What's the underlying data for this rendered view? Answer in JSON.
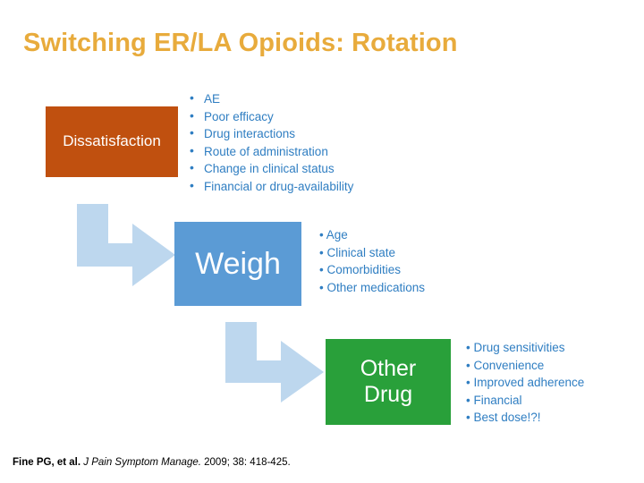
{
  "slide": {
    "title": "Switching ER/LA Opioids: Rotation",
    "title_color": "#e8ab3c",
    "background": "#ffffff"
  },
  "boxes": {
    "dissatisfaction": {
      "label": "Dissatisfaction",
      "color": "#c0500f",
      "text_color": "#ffffff"
    },
    "weigh": {
      "label": "Weigh",
      "color": "#5b9bd5",
      "text_color": "#ffffff"
    },
    "other_drug": {
      "line1": "Other",
      "line2": "Drug",
      "color": "#29a03a",
      "text_color": "#ffffff"
    }
  },
  "bullets": {
    "dissatisfaction_reasons": [
      "AE",
      "Poor efficacy",
      "Drug interactions",
      "Route of administration",
      "Change in clinical status",
      "Financial or drug-availability"
    ],
    "weigh_factors": [
      "• Age",
      "• Clinical state",
      "• Comorbidities",
      "• Other medications"
    ],
    "other_drug_benefits": [
      "• Drug sensitivities",
      "• Convenience",
      "• Improved adherence",
      "• Financial",
      "• Best dose!?!"
    ],
    "text_color": "#2f7ec2"
  },
  "arrows": {
    "color": "#bdd7ee",
    "arrow_1_name": "elbow-arrow-dissatisfaction-to-weigh",
    "arrow_2_name": "elbow-arrow-weigh-to-other-drug"
  },
  "citation": {
    "authors": "Fine PG, et al.",
    "journal": "J Pain Symptom Manage.",
    "details": "2009; 38: 418-425."
  }
}
